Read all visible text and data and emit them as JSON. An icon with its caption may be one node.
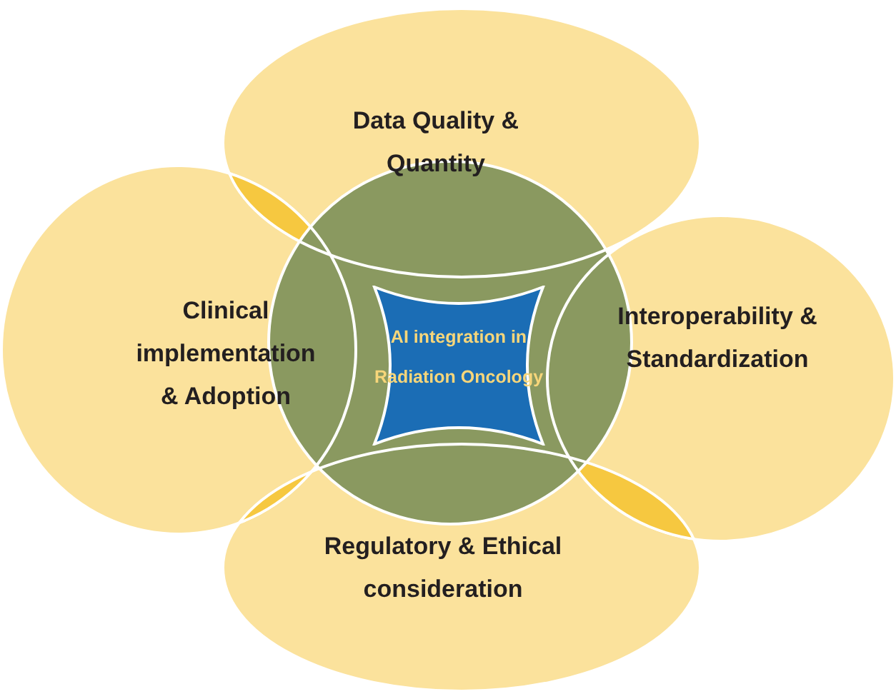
{
  "diagram": {
    "nodes": [
      {
        "text": [
          "Data Quality & Quantity"
        ]
      },
      {
        "text": [
          "Clinical implementation & Adoption"
        ]
      },
      {
        "text": [],
        "shape": "circle"
      },
      {
        "text": [
          "AI integration in Radiation Oncology"
        ],
        "in": 2
      },
      {
        "text": [
          "Interoperability & Standardization"
        ]
      },
      {
        "text": [
          "Regulatory & Ethical consideration"
        ]
      }
    ]
  }
}
